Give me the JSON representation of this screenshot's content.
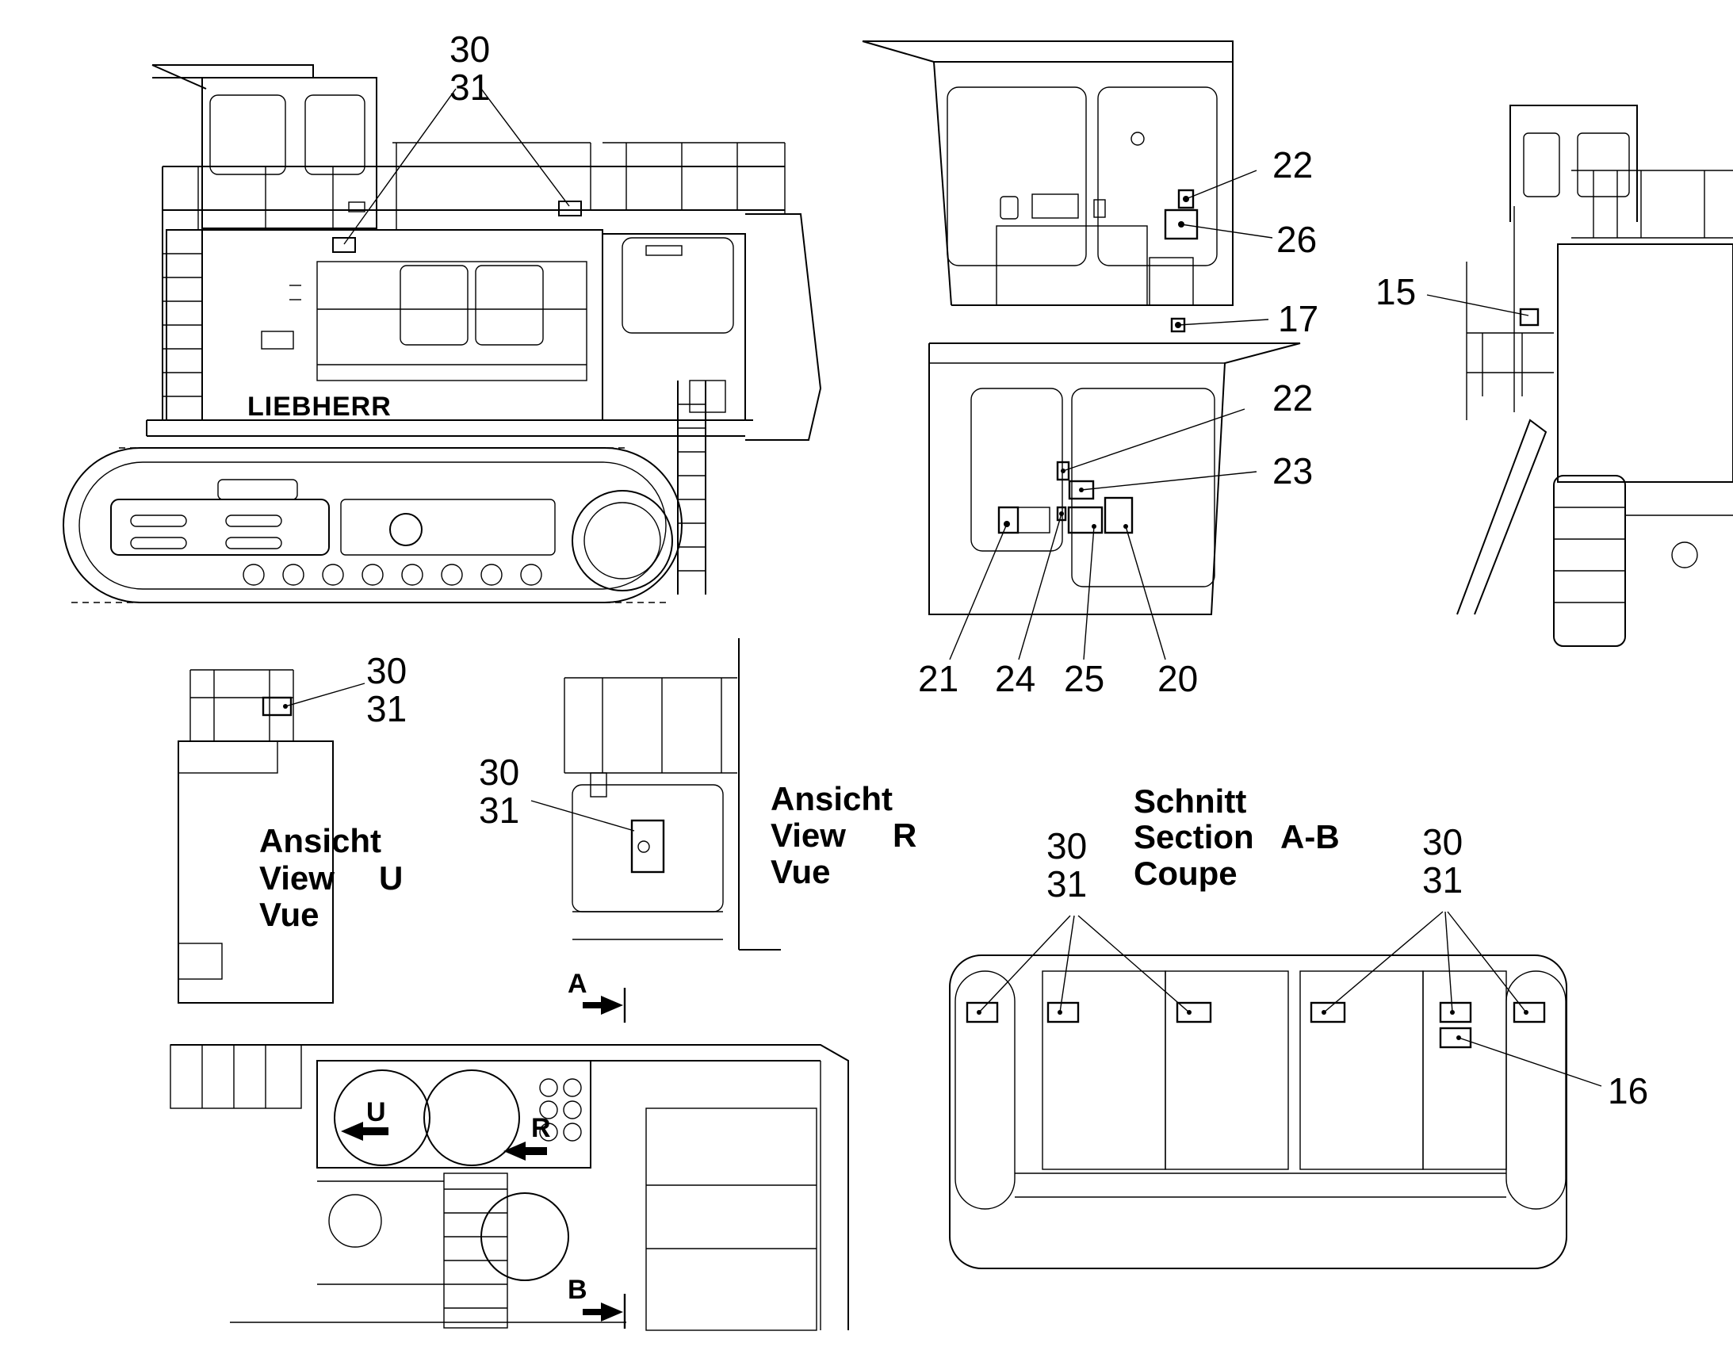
{
  "callouts": {
    "main_30": "30",
    "main_31": "31",
    "cab_22a": "22",
    "cab_26": "26",
    "cab_17": "17",
    "cab_22b": "22",
    "cab_23": "23",
    "cab_21": "21",
    "cab_24": "24",
    "cab_25": "25",
    "cab_20": "20",
    "side_15": "15",
    "u_30": "30",
    "u_31": "31",
    "r_30": "30",
    "r_31": "31",
    "sec_l_30": "30",
    "sec_l_31": "31",
    "sec_r_30": "30",
    "sec_r_31": "31",
    "sec_16": "16"
  },
  "view_u": {
    "line1": "Ansicht",
    "line2": "View",
    "letter": "U",
    "line3": "Vue"
  },
  "view_r": {
    "line1": "Ansicht",
    "line2": "View",
    "letter": "R",
    "line3": "Vue"
  },
  "section_ab": {
    "line1": "Schnitt",
    "line2": "Section",
    "letter": "A-B",
    "line3": "Coupe"
  },
  "markers": {
    "a": "A",
    "b": "B",
    "u": "U",
    "r": "R"
  },
  "brand": "LIEBHERR"
}
